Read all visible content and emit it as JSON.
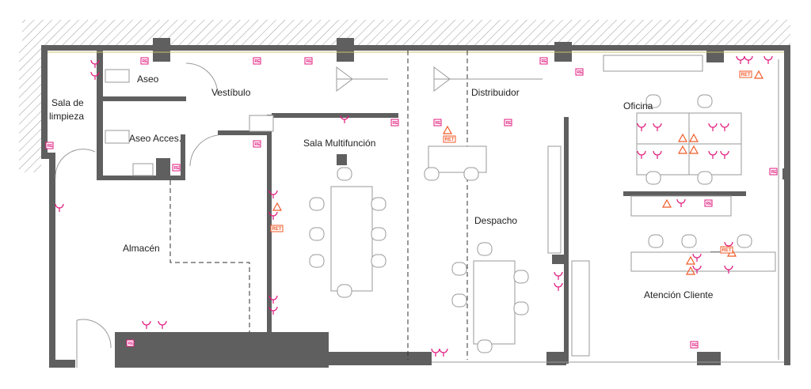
{
  "rooms": {
    "aseo": "Aseo",
    "vestibulo": "Vestíbulo",
    "sala_limpieza_1": "Sala de",
    "sala_limpieza_2": "limpieza",
    "aseo_acces": "Aseo Acces.",
    "sala_multifuncion": "Sala Multifunción",
    "distribuidor": "Distribuidor",
    "oficina": "Oficina",
    "despacho": "Despacho",
    "almacen": "Almacén",
    "atencion_cliente": "Atención Cliente"
  },
  "markers": {
    "re": "RE",
    "ret": "RET"
  },
  "colors": {
    "wall": "#5f5f5f",
    "socket": "#e0187c",
    "network": "#f05a28",
    "hatch": "#9a9a9a"
  }
}
